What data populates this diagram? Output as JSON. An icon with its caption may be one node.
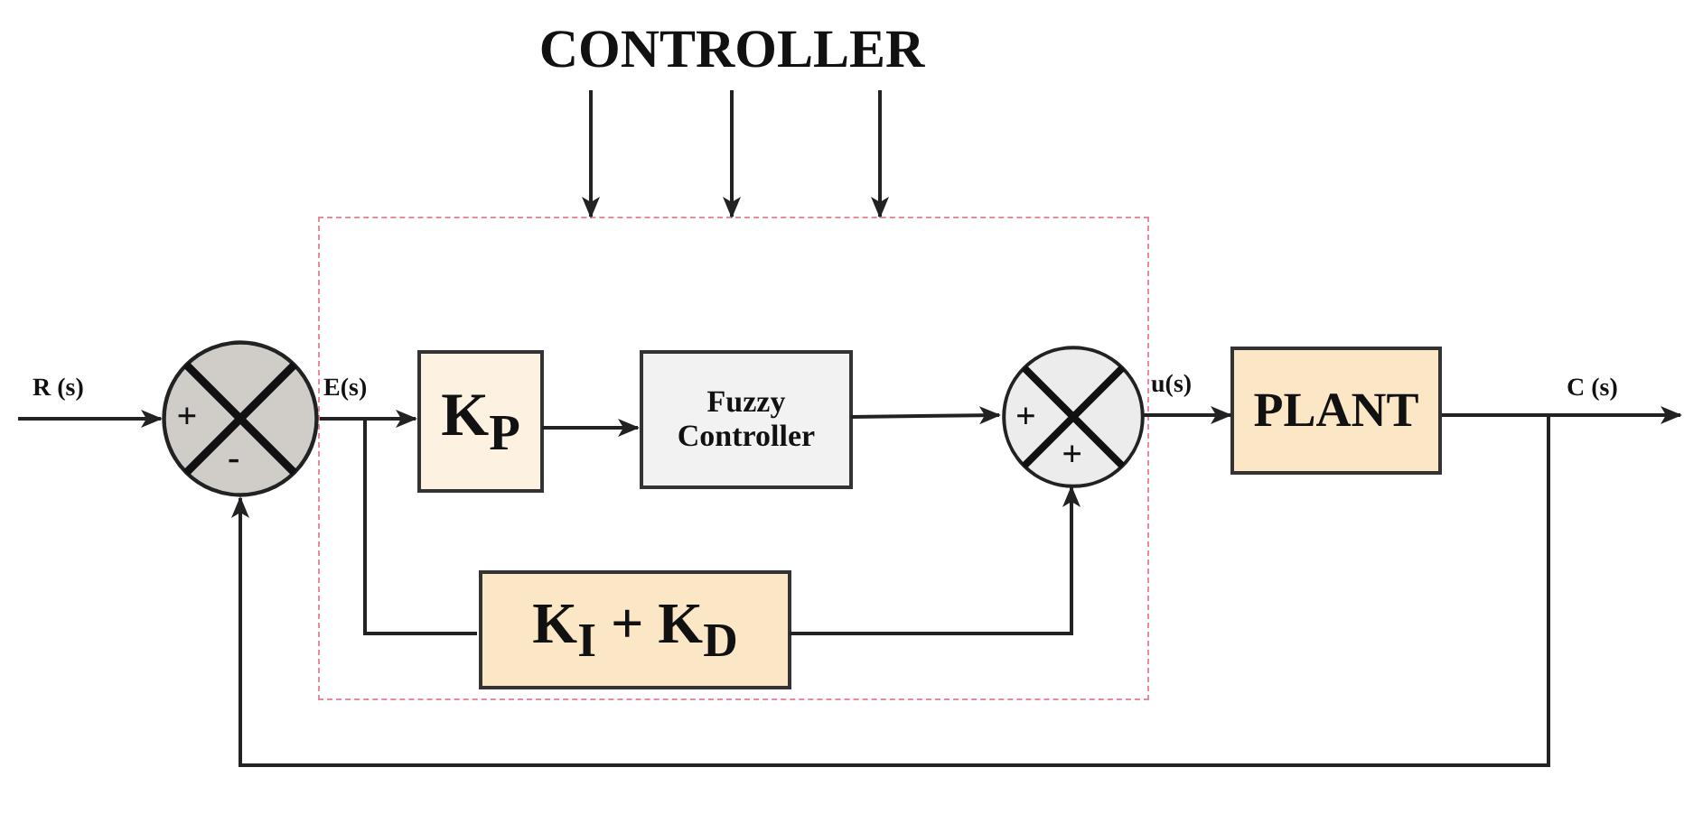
{
  "diagram": {
    "nodes": [
      {
        "text": [
          "CONTROLLER"
        ]
      },
      {
        "text": [],
        "shape": "box"
      },
      {
        "text": [
          "+",
          "-"
        ]
      },
      {
        "text": [
          "K$_{P}$"
        ],
        "in": 1
      },
      {
        "text": [
          "Fuzzy Controller"
        ],
        "in": 1
      },
      {
        "text": [
          "+",
          "+"
        ],
        "in": 1
      },
      {
        "text": [
          "K$_{I}$ + K$_{D}$"
        ],
        "in": 1
      },
      {
        "text": [
          "PLANT"
        ]
      }
    ],
    "edges": [
      {
        "from": 0,
        "to": 1,
        "arrow": "to"
      },
      {
        "from": 0,
        "to": 1,
        "arrow": "to"
      },
      {
        "from": 0,
        "to": 1,
        "arrow": "to"
      },
      {
        "from": null,
        "to": 2,
        "arrow": "to",
        "label": "R (s)"
      },
      {
        "from": 2,
        "to": 3,
        "arrow": "to",
        "label": "E(s)"
      },
      {
        "from": 2,
        "to": 6,
        "arrow": "none"
      },
      {
        "from": 3,
        "to": 4,
        "arrow": "to"
      },
      {
        "from": 4,
        "to": 5,
        "arrow": "to"
      },
      {
        "from": 6,
        "to": 5,
        "arrow": "to"
      },
      {
        "from": 5,
        "to": 7,
        "arrow": "to",
        "label": "u(s)"
      },
      {
        "from": 7,
        "to": null,
        "arrow": "to",
        "label": "C (s)"
      },
      {
        "from": 7,
        "to": 2,
        "arrow": "to"
      }
    ]
  }
}
